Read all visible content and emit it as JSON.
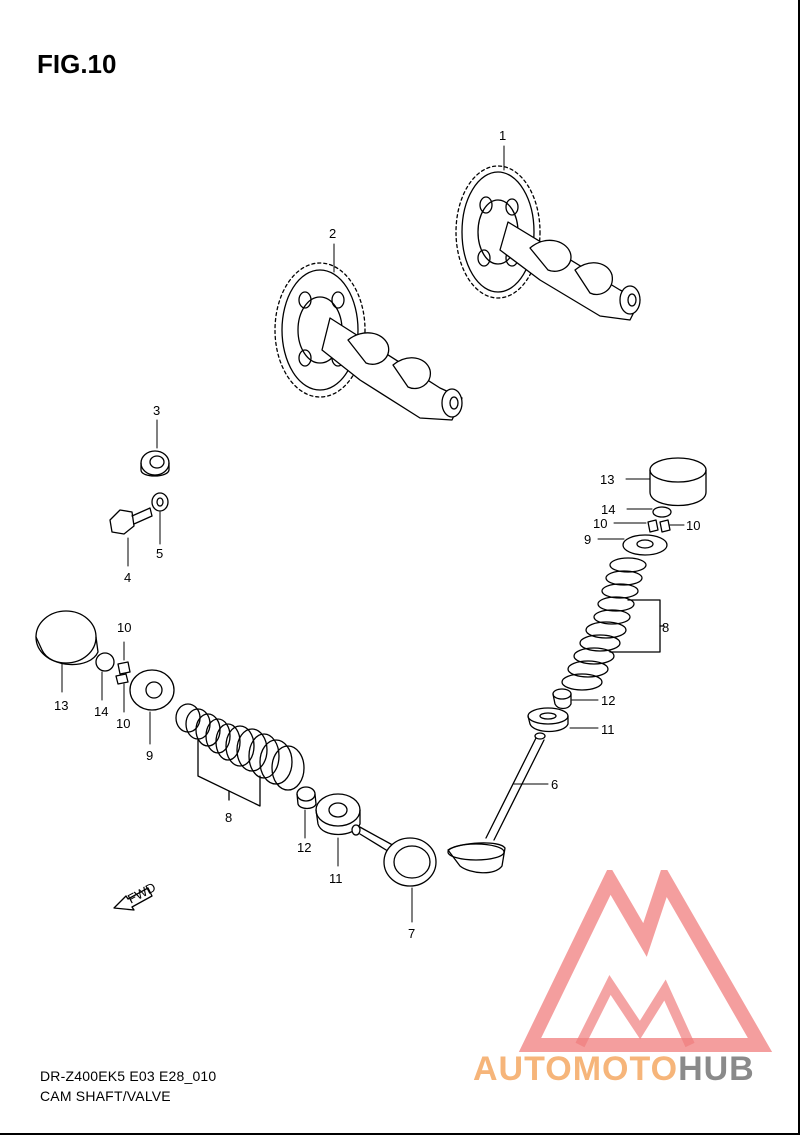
{
  "title": "FIG.10",
  "footer": {
    "model_code": "DR-Z400EK5 E03 E28_010",
    "subtitle": "CAM SHAFT/VALVE"
  },
  "fwd_label": "FWD",
  "callouts": {
    "c1": "1",
    "c2": "2",
    "c3": "3",
    "c4": "4",
    "c5": "5",
    "c6": "6",
    "c7": "7",
    "c8a": "8",
    "c8b": "8",
    "c9a": "9",
    "c9b": "9",
    "c10a": "10",
    "c10b": "10",
    "c10c": "10",
    "c10d": "10",
    "c11a": "11",
    "c11b": "11",
    "c12a": "12",
    "c12b": "12",
    "c13a": "13",
    "c13b": "13",
    "c14a": "14",
    "c14b": "14"
  },
  "watermark": {
    "part1": "AUTOMOTO",
    "part2": "HUB",
    "colors": {
      "triangle": "#f07d7d",
      "part1": "#f6b57a",
      "part2": "#8a8a8a"
    }
  }
}
